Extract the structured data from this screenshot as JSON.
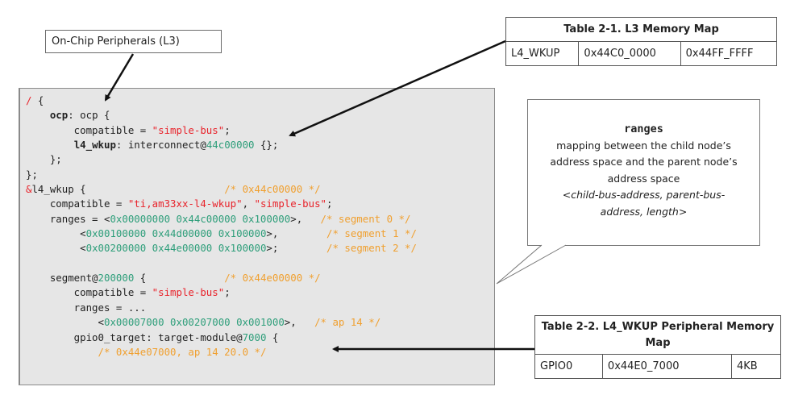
{
  "callout": {
    "label": "On-Chip Peripherals (L3)"
  },
  "code_lines": [
    [
      {
        "t": "/",
        "c": "red"
      },
      {
        "t": " {",
        "c": ""
      }
    ],
    [
      {
        "t": "    ",
        "c": ""
      },
      {
        "t": "ocp",
        "c": "bold"
      },
      {
        "t": ": ocp {",
        "c": ""
      }
    ],
    [
      {
        "t": "        compatible = ",
        "c": ""
      },
      {
        "t": "\"simple-bus\"",
        "c": "red"
      },
      {
        "t": ";",
        "c": ""
      }
    ],
    [
      {
        "t": "        ",
        "c": ""
      },
      {
        "t": "l4_wkup",
        "c": "bold"
      },
      {
        "t": ": interconnect@",
        "c": ""
      },
      {
        "t": "44c00000",
        "c": "green"
      },
      {
        "t": " {};",
        "c": ""
      }
    ],
    [
      {
        "t": "    };",
        "c": ""
      }
    ],
    [
      {
        "t": "};",
        "c": ""
      }
    ],
    [
      {
        "t": "&",
        "c": "red"
      },
      {
        "t": "l4_wkup {                       ",
        "c": ""
      },
      {
        "t": "/* 0x44c00000 */",
        "c": "orange"
      }
    ],
    [
      {
        "t": "    compatible = ",
        "c": ""
      },
      {
        "t": "\"ti,am33xx-l4-wkup\"",
        "c": "red"
      },
      {
        "t": ", ",
        "c": ""
      },
      {
        "t": "\"simple-bus\"",
        "c": "red"
      },
      {
        "t": ";",
        "c": ""
      }
    ],
    [
      {
        "t": "    ranges = <",
        "c": ""
      },
      {
        "t": "0x00000000 0x44c00000 0x100000",
        "c": "green"
      },
      {
        "t": ">,   ",
        "c": ""
      },
      {
        "t": "/* segment 0 */",
        "c": "orange"
      }
    ],
    [
      {
        "t": "         <",
        "c": ""
      },
      {
        "t": "0x00100000 0x44d00000 0x100000",
        "c": "green"
      },
      {
        "t": ">,        ",
        "c": ""
      },
      {
        "t": "/* segment 1 */",
        "c": "orange"
      }
    ],
    [
      {
        "t": "         <",
        "c": ""
      },
      {
        "t": "0x00200000 0x44e00000 0x100000",
        "c": "green"
      },
      {
        "t": ">;        ",
        "c": ""
      },
      {
        "t": "/* segment 2 */",
        "c": "orange"
      }
    ],
    [
      {
        "t": "",
        "c": ""
      }
    ],
    [
      {
        "t": "    segment@",
        "c": ""
      },
      {
        "t": "200000",
        "c": "green"
      },
      {
        "t": " {             ",
        "c": ""
      },
      {
        "t": "/* 0x44e00000 */",
        "c": "orange"
      }
    ],
    [
      {
        "t": "        compatible = ",
        "c": ""
      },
      {
        "t": "\"simple-bus\"",
        "c": "red"
      },
      {
        "t": ";",
        "c": ""
      }
    ],
    [
      {
        "t": "        ranges = ...",
        "c": ""
      }
    ],
    [
      {
        "t": "            <",
        "c": ""
      },
      {
        "t": "0x00007000 0x00207000 0x001000",
        "c": "green"
      },
      {
        "t": ">,   ",
        "c": ""
      },
      {
        "t": "/* ap 14 */",
        "c": "orange"
      }
    ],
    [
      {
        "t": "        gpio0_target: target-module@",
        "c": ""
      },
      {
        "t": "7000",
        "c": "green"
      },
      {
        "t": " {",
        "c": ""
      }
    ],
    [
      {
        "t": "            ",
        "c": ""
      },
      {
        "t": "/* 0x44e07000, ap 14 20.0 */",
        "c": "orange"
      }
    ]
  ],
  "table_l3": {
    "title": "Table 2-1. L3 Memory Map",
    "rows": [
      [
        "L4_WKUP",
        "0x44C0_0000",
        "0x44FF_FFFF"
      ]
    ]
  },
  "table_l4": {
    "title": "Table 2-2. L4_WKUP  Peripheral Memory Map",
    "rows": [
      [
        "GPIO0",
        "0x44E0_7000",
        "4KB"
      ]
    ]
  },
  "speech_bubble": {
    "keyword": "ranges",
    "description": "mapping between the child node’s address space and the parent node’s address space",
    "signature": "<child-bus-address, parent-bus-address, length>"
  },
  "colors": {
    "code_background": "#e6e6e6",
    "keyword_red": "#e8232b",
    "hex_green": "#2e9e7a",
    "comment_orange": "#f0a030"
  }
}
